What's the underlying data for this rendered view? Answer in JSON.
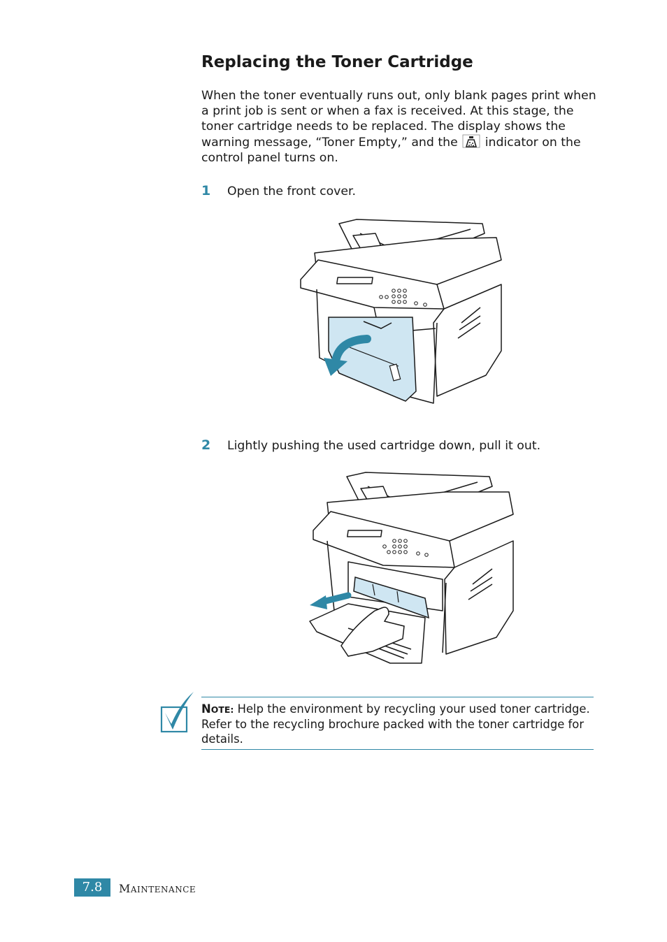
{
  "title": "Replacing the Toner Cartridge",
  "intro": {
    "text_before_icon": "When the toner eventually runs out, only blank pages print when a print job is sent or when a fax is received. At this stage, the toner cartridge needs to be replaced. The display shows the warning message, “Toner Empty,” and the",
    "icon": "toner-indicator-icon",
    "text_after_icon": "indicator on the control panel turns on."
  },
  "steps": [
    {
      "number": "1",
      "text": "Open the front cover."
    },
    {
      "number": "2",
      "text": "Lightly pushing the used cartridge down, pull it out."
    }
  ],
  "figures": [
    {
      "icon": "printer-open-front-cover-illustration"
    },
    {
      "icon": "printer-remove-cartridge-illustration"
    }
  ],
  "note": {
    "icon": "checkmark-note-icon",
    "label_first": "N",
    "label_rest": "OTE:",
    "text": "Help the environment by recycling your used toner cartridge. Refer to the recycling brochure packed with the toner cartridge for details."
  },
  "footer": {
    "page_number": "7.8",
    "section_first": "M",
    "section_rest": "AINTENANCE"
  },
  "colors": {
    "accent": "#2f88a6",
    "highlight": "#cfe6f2"
  }
}
